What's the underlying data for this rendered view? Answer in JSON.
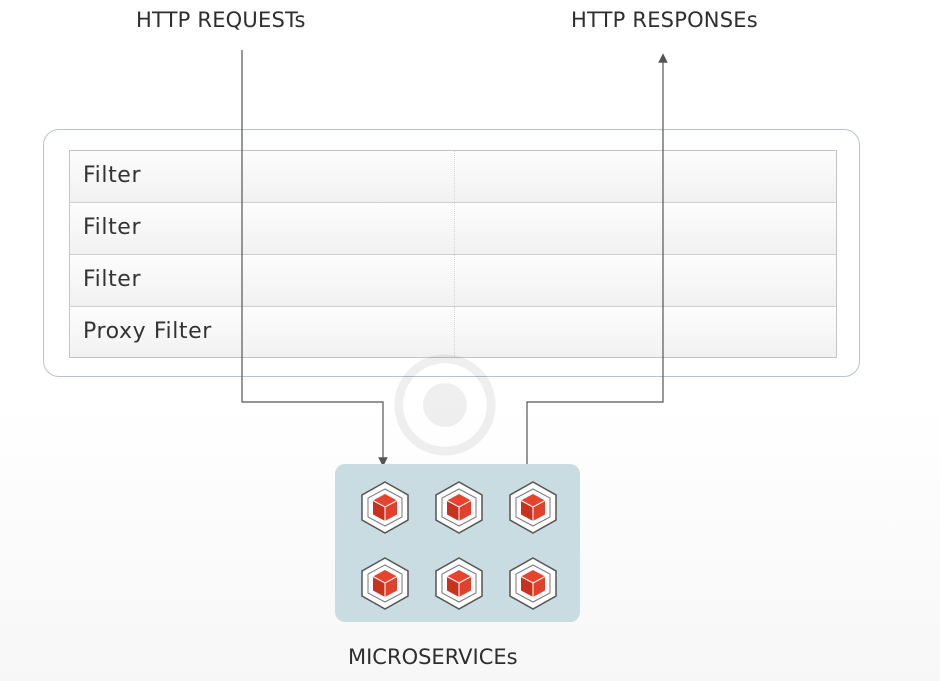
{
  "labels": {
    "requests": "HTTP REQUESTs",
    "responses": "HTTP RESPONSEs",
    "microservices": "MICROSERVICEs"
  },
  "filters": [
    {
      "label": "Filter"
    },
    {
      "label": "Filter"
    },
    {
      "label": "Filter"
    },
    {
      "label": "Proxy Filter"
    }
  ],
  "microservices": {
    "count": 6,
    "rows": 2,
    "columns": 3
  },
  "icons": {
    "service": "microservice-cube-icon",
    "request_arrow": "arrow-down-icon",
    "response_arrow": "arrow-up-icon"
  },
  "colors": {
    "cube_face": "#e8432f",
    "cube_frame": "#ffffff",
    "panel": "#c9dce2",
    "container_border": "#b9c3cc",
    "line": "#555555"
  }
}
